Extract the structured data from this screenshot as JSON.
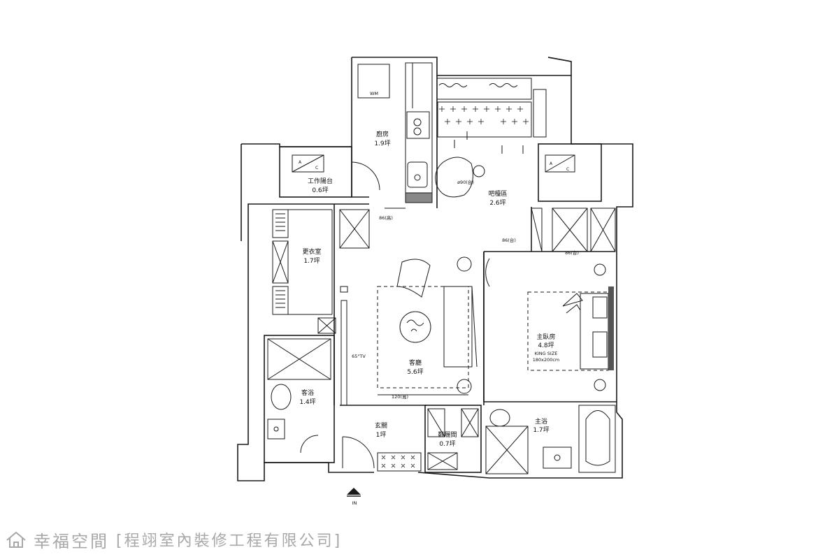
{
  "rooms": {
    "kitchen": {
      "name": "廚房",
      "area": "1.9坪"
    },
    "balcony": {
      "name": "工作陽台",
      "area": "0.6坪"
    },
    "dining": {
      "name": "吧檯區",
      "area": "2.6坪"
    },
    "closet": {
      "name": "更衣室",
      "area": "1.7坪"
    },
    "living": {
      "name": "客廳",
      "area": "5.6坪"
    },
    "master": {
      "name": "主臥房",
      "area": "4.8坪",
      "bed": "KING SIZE",
      "bed_size": "180x200cm"
    },
    "guest_bath": {
      "name": "客浴",
      "area": "1.4坪"
    },
    "entry": {
      "name": "玄關",
      "area": "1坪"
    },
    "shoe": {
      "name": "鞋履間",
      "area": "0.7坪"
    },
    "master_bath": {
      "name": "主浴",
      "area": "1.7坪"
    }
  },
  "labels": {
    "wm": "WM",
    "ac_a": "A",
    "ac_c": "C",
    "tv": "65\"TV",
    "dim_90": "ø90(台)",
    "dim_86_a": "86(高)",
    "dim_86_b": "86(台)",
    "dim_86_c": "86(台)",
    "dim_120": "120(寬)",
    "entrance": "IN"
  },
  "footer": {
    "brand": "幸福空間",
    "company": "[程翊室內裝修工程有限公司]"
  }
}
